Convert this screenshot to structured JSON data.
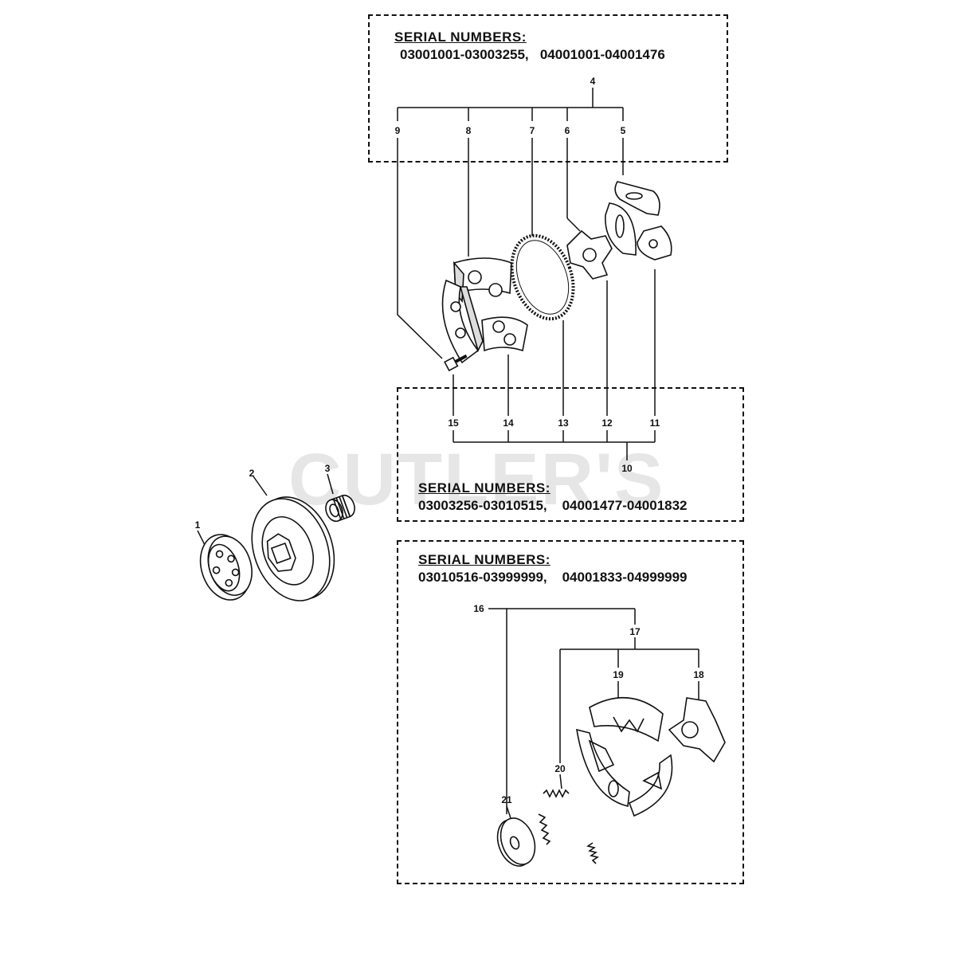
{
  "watermark": "CUTLER'S",
  "groups": [
    {
      "heading": "SERIAL NUMBERS:",
      "range_a": "03001001-03003255,",
      "range_b": "04001001-04001476"
    },
    {
      "heading": "SERIAL NUMBERS:",
      "range_a": "03003256-03010515,",
      "range_b": "04001477-04001832"
    },
    {
      "heading": "SERIAL NUMBERS:",
      "range_a": "03010516-03999999,",
      "range_b": "04001833-04999999"
    }
  ],
  "callouts": [
    "1",
    "2",
    "3",
    "4",
    "5",
    "6",
    "7",
    "8",
    "9",
    "10",
    "11",
    "12",
    "13",
    "14",
    "15",
    "16",
    "17",
    "18",
    "19",
    "20",
    "21"
  ]
}
